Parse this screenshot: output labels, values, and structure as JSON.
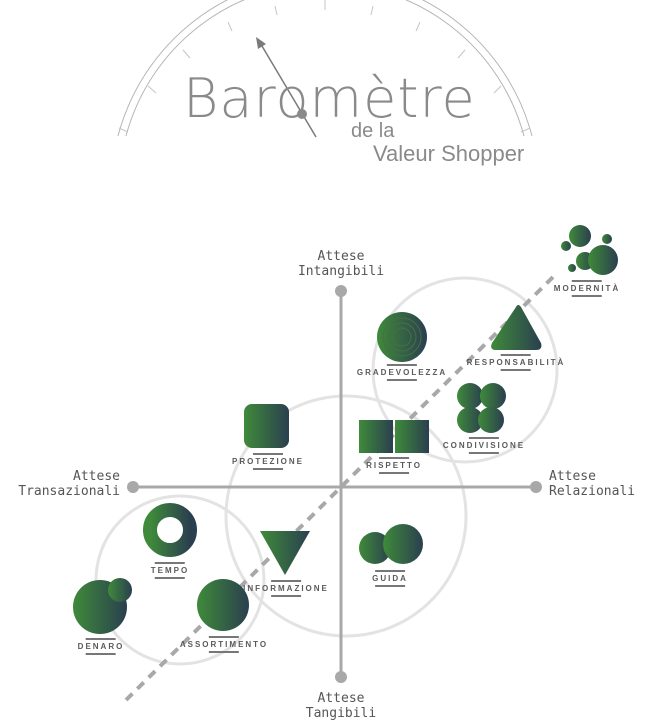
{
  "header": {
    "title": "Baromètre",
    "subtitle_line1": "de la",
    "subtitle_line2": "Valeur Shopper",
    "gauge_icon": "barometer-gauge-icon"
  },
  "axes": {
    "top": {
      "line1": "Attese",
      "line2": "Intangibili"
    },
    "bottom": {
      "line1": "Attese",
      "line2": "Tangibili"
    },
    "left": {
      "line1": "Attese",
      "line2": "Transazionali"
    },
    "right": {
      "line1": "Attese",
      "line2": "Relazionali"
    }
  },
  "colors": {
    "gradient_start": "#3f8a3a",
    "gradient_end": "#2a3f4f",
    "axis": "#a8a8a8",
    "circles": "#e3e3e3",
    "text": "#5a5a5a"
  },
  "items": [
    {
      "label": "MODERNITÀ",
      "shape": "bubbles"
    },
    {
      "label": "GRADEVOLEZZA",
      "shape": "concentric-circle"
    },
    {
      "label": "RESPONSABILITÀ",
      "shape": "triangle-up"
    },
    {
      "label": "CONDIVISIONE",
      "shape": "four-circles"
    },
    {
      "label": "PROTEZIONE",
      "shape": "rounded-square"
    },
    {
      "label": "RISPETTO",
      "shape": "split-rectangle"
    },
    {
      "label": "TEMPO",
      "shape": "ring"
    },
    {
      "label": "INFORMAZIONE",
      "shape": "triangle-down"
    },
    {
      "label": "GUIDA",
      "shape": "two-circles"
    },
    {
      "label": "DENARO",
      "shape": "circle-with-small-circle"
    },
    {
      "label": "ASSORTIMENTO",
      "shape": "circle"
    }
  ]
}
